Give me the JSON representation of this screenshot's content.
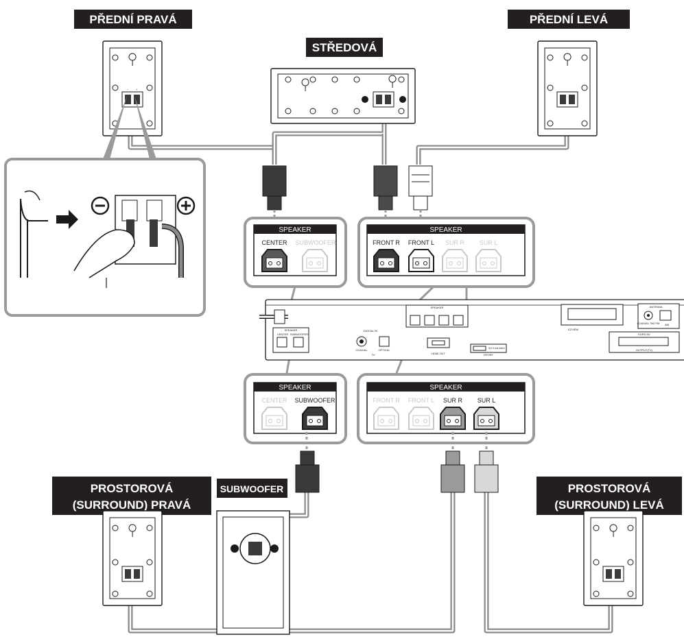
{
  "labels": {
    "front_right": "PŘEDNÍ PRAVÁ",
    "center": "STŘEDOVÁ",
    "front_left": "PŘEDNÍ LEVÁ",
    "surround_right_line1": "PROSTOROVÁ",
    "surround_right_line2": "(SURROUND) PRAVÁ",
    "surround_left_line1": "PROSTOROVÁ",
    "surround_left_line2": "(SURROUND) LEVÁ",
    "subwoofer": "SUBWOOFER"
  },
  "panels": {
    "header": "SPEAKER",
    "top_left": {
      "terminals": [
        {
          "label": "CENTER",
          "active": true,
          "color": "#5a5a5a"
        },
        {
          "label": "SUBWOOFER",
          "active": false,
          "color": "#d0d0d0"
        }
      ]
    },
    "top_right": {
      "terminals": [
        {
          "label": "FRONT R",
          "active": true,
          "color": "#3a3a3a"
        },
        {
          "label": "FRONT L",
          "active": true,
          "color": "#ffffff"
        },
        {
          "label": "SUR R",
          "active": false,
          "color": "#d0d0d0"
        },
        {
          "label": "SUR L",
          "active": false,
          "color": "#d0d0d0"
        }
      ]
    },
    "bottom_left": {
      "terminals": [
        {
          "label": "CENTER",
          "active": false,
          "color": "#d0d0d0"
        },
        {
          "label": "SUBWOOFER",
          "active": true,
          "color": "#3a3a3a"
        }
      ]
    },
    "bottom_right": {
      "terminals": [
        {
          "label": "FRONT R",
          "active": false,
          "color": "#d0d0d0"
        },
        {
          "label": "FRONT L",
          "active": false,
          "color": "#d0d0d0"
        },
        {
          "label": "SUR R",
          "active": true,
          "color": "#9a9a9a"
        },
        {
          "label": "SUR L",
          "active": true,
          "color": "#d8d8d8"
        }
      ]
    }
  },
  "back_panel": {
    "speaker": "SPEAKER",
    "center": "CENTER",
    "subwoofer": "SUBWOOFER",
    "digital_in": "DIGITAL IN",
    "coaxial": "COAXIAL",
    "optical": "OPTICAL",
    "tv": "TV",
    "hdmi_out": "HDMI OUT",
    "dc_5v": "5V 0.5A MAX",
    "dport": "DPORT",
    "antenna": "ANTENNA",
    "coaxial_fm": "COAXIAL 75Ω FM",
    "am": "AM",
    "euro_av": "EURO AV",
    "output_tv": "OUTPUT(TV)",
    "ezview": "EZVIEW"
  },
  "terminal_signs": {
    "minus": "−",
    "plus": "+"
  },
  "colors": {
    "label_bg": "#231f20",
    "wire": "#8a8a8a",
    "panel_border": "#9a9a9a"
  }
}
